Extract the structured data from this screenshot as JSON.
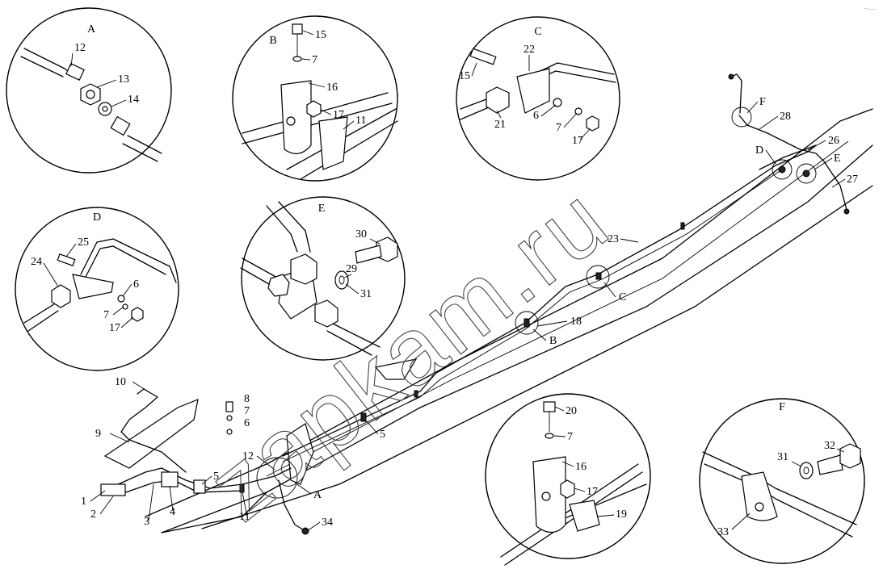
{
  "watermark": "zapkam.ru",
  "corner_mark": "~—",
  "detail_views": [
    {
      "id": "detail-a",
      "title": "A",
      "labels": [
        "12",
        "13",
        "14"
      ]
    },
    {
      "id": "detail-b-top",
      "title": "B",
      "labels": [
        "15",
        "7",
        "16",
        "17",
        "11"
      ]
    },
    {
      "id": "detail-c",
      "title": "C",
      "labels": [
        "22",
        "15",
        "21",
        "6",
        "7",
        "17"
      ]
    },
    {
      "id": "detail-d",
      "title": "D",
      "labels": [
        "25",
        "24",
        "6",
        "7",
        "17"
      ]
    },
    {
      "id": "detail-e",
      "title": "E",
      "labels": [
        "30",
        "29",
        "31"
      ]
    },
    {
      "id": "detail-b-bottom",
      "title": "",
      "labels": [
        "20",
        "7",
        "16",
        "17",
        "19"
      ]
    },
    {
      "id": "detail-f",
      "title": "F",
      "labels": [
        "32",
        "31",
        "33"
      ]
    }
  ],
  "main_view": {
    "callouts": [
      "F",
      "28",
      "D",
      "26",
      "E",
      "27",
      "23",
      "C",
      "18",
      "B",
      "5",
      "10",
      "9",
      "8",
      "7",
      "6",
      "5",
      "12",
      "A",
      "11",
      "1",
      "2",
      "3",
      "4",
      "34"
    ]
  }
}
